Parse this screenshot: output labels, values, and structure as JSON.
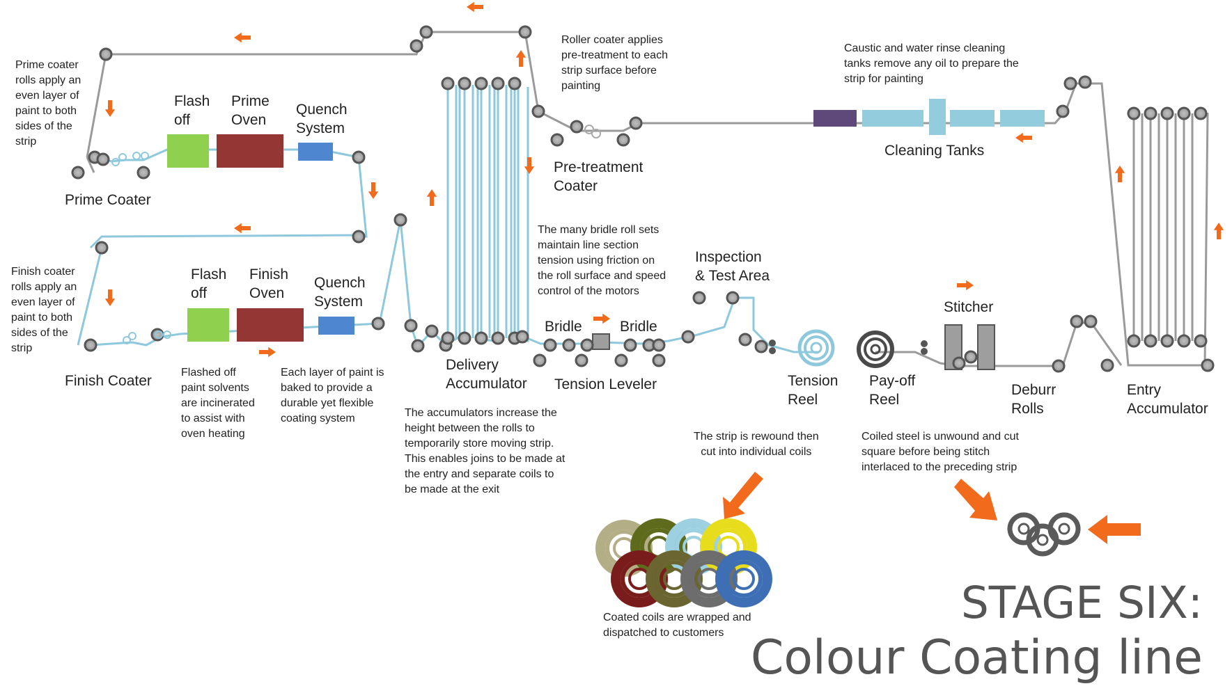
{
  "title": {
    "line1": "STAGE SIX:",
    "line2": "Colour Coating line"
  },
  "colors": {
    "strip": "#8ec8dc",
    "roller": "#555555",
    "arrow": "#f26a1b",
    "flash_off": "#8fd14f",
    "oven": "#943634",
    "quench": "#4f86d0",
    "cleaning_tank": "#93cddd",
    "caustic_tank": "#5f497a",
    "coil_colors": [
      "#b3ae86",
      "#5e6b1d",
      "#9dd1e2",
      "#e8dd1c",
      "#7a1c1c",
      "#6b6631",
      "#6d6d6d",
      "#3e6fb5"
    ]
  },
  "labels": {
    "flash_off_top": [
      "Flash",
      "off"
    ],
    "prime_oven": [
      "Prime",
      "Oven"
    ],
    "quench_top": [
      "Quench",
      "System"
    ],
    "prime_coater": "Prime Coater",
    "flash_off_bottom": [
      "Flash",
      "off"
    ],
    "finish_oven": [
      "Finish",
      "Oven"
    ],
    "quench_bottom": [
      "Quench",
      "System"
    ],
    "finish_coater": "Finish Coater",
    "pretreatment_coater": [
      "Pre-treatment",
      "Coater"
    ],
    "cleaning_tanks": "Cleaning Tanks",
    "delivery_accumulator": [
      "Delivery",
      "Accumulator"
    ],
    "bridle_left": "Bridle",
    "bridle_right": "Bridle",
    "tension_leveler": "Tension Leveler",
    "inspection": [
      "Inspection",
      "& Test Area"
    ],
    "tension_reel": [
      "Tension",
      "Reel"
    ],
    "payoff_reel": [
      "Pay-off",
      "Reel"
    ],
    "stitcher": "Stitcher",
    "deburr_rolls": [
      "Deburr",
      "Rolls"
    ],
    "entry_accumulator": [
      "Entry",
      "Accumulator"
    ]
  },
  "notes": {
    "prime_coater_note": [
      "Prime coater",
      "rolls apply an",
      "even layer of",
      "paint to both",
      "sides of the",
      "strip"
    ],
    "finish_coater_note": [
      "Finish coater",
      "rolls apply an",
      "even layer of",
      "paint to both",
      "sides of the",
      "strip"
    ],
    "roller_coater_note": [
      "Roller coater applies",
      "pre-treatment to each",
      "strip surface before",
      "painting"
    ],
    "caustic_note": [
      "Caustic and water rinse cleaning",
      "tanks remove any oil to prepare the",
      "strip for painting"
    ],
    "bridle_note": [
      "The many bridle roll sets",
      "maintain line section",
      "tension using friction on",
      "the roll surface and speed",
      "control of the motors"
    ],
    "flashed_off_note": [
      "Flashed off",
      "paint solvents",
      "are incinerated",
      "to assist with",
      "oven heating"
    ],
    "baked_note": [
      "Each layer of paint is",
      "baked to provide a",
      "durable yet flexible",
      "coating system"
    ],
    "accumulator_note": [
      "The accumulators increase the",
      "height between the rolls to",
      "temporarily store moving strip.",
      "This enables joins to be made at",
      "the entry and separate coils to",
      "be made at the exit"
    ],
    "rewound_note": [
      "The strip is rewound then",
      "cut into individual coils"
    ],
    "coiled_note": [
      "Coiled steel is unwound and cut",
      "square before being stitch",
      "interlaced to the preceding strip"
    ],
    "coated_note": [
      "Coated coils are wrapped and",
      "dispatched to customers"
    ]
  }
}
